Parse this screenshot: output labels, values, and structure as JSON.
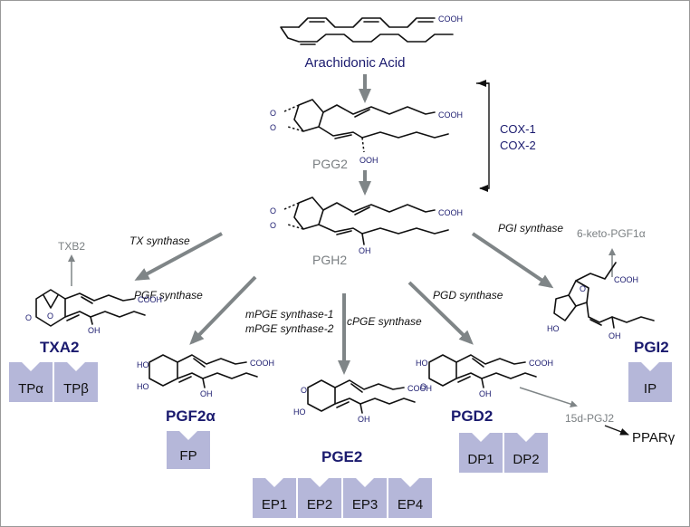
{
  "precursor": "Arachidonic Acid",
  "intermediates": {
    "pgg2": "PGG2",
    "pgh2": "PGH2"
  },
  "enzymes": {
    "cox1": "COX-1",
    "cox2": "COX-2",
    "tx_synthase": "TX synthase",
    "pgi_synthase": "PGI synthase",
    "pgf_synthase": "PGF synthase",
    "mpges1": "mPGE synthase-1",
    "mpges2": "mPGE synthase-2",
    "cpges": "cPGE synthase",
    "pgd_synthase": "PGD synthase"
  },
  "metabolites": {
    "txb2": "TXB2",
    "keto_pgf1a": "6-keto-PGF1α",
    "pgj2": "15d-PGJ2",
    "ppar": "PPARγ"
  },
  "products": {
    "txa2": "TXA2",
    "pgi2": "PGI2",
    "pgf2a": "PGF2α",
    "pge2": "PGE2",
    "pgd2": "PGD2"
  },
  "receptors": {
    "tpa": "TPα",
    "tpb": "TPβ",
    "ip": "IP",
    "fp": "FP",
    "ep1": "EP1",
    "ep2": "EP2",
    "ep3": "EP3",
    "ep4": "EP4",
    "dp1": "DP1",
    "dp2": "DP2"
  },
  "atoms": {
    "cooh": "COOH",
    "oh": "OH",
    "ooh": "OOH",
    "ho": "HO",
    "o": "O"
  },
  "colors": {
    "arrow": "#7f8587",
    "product_text": "#1a1a6e",
    "receptor_fill": "#b5b7d9",
    "intermediate_text": "#7a7f82"
  }
}
